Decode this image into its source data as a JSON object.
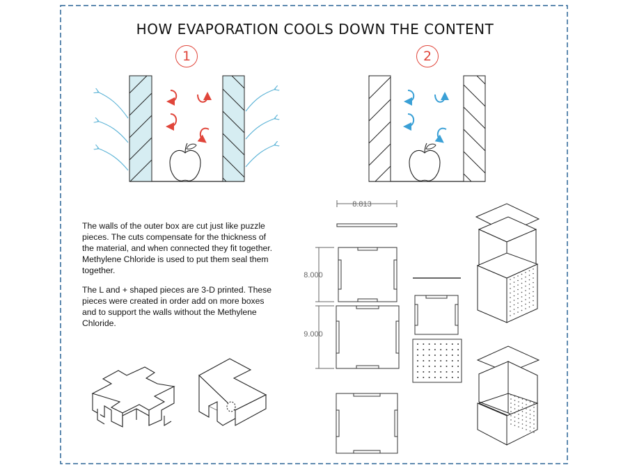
{
  "title": "HOW EVAPORATION COOLS DOWN THE CONTENT",
  "steps": [
    "1",
    "2"
  ],
  "description": {
    "paragraph1": "The walls of the outer box are cut just like puzzle pieces. The cuts compensate for the thickness of the material, and when connected they fit together. Methylene Chloride is used to put them seal them together.",
    "paragraph2": "The L and + shaped pieces are 3-D printed. These pieces were created in order add on more boxes and to support the walls without the Methylene Chloride."
  },
  "dimensions": {
    "width": "8.813",
    "height_top": "8.000",
    "height_bottom": "9.000"
  },
  "colors": {
    "border": "#2a6496",
    "wall_fill": "#d6edf2",
    "warm_arrow": "#e0453a",
    "cool_arrow": "#3aa0d6",
    "evaporation_arrow": "#5bb3d6"
  },
  "icons": [
    "apple-icon",
    "swirl-arrow-icon",
    "evaporation-arrow-icon"
  ]
}
